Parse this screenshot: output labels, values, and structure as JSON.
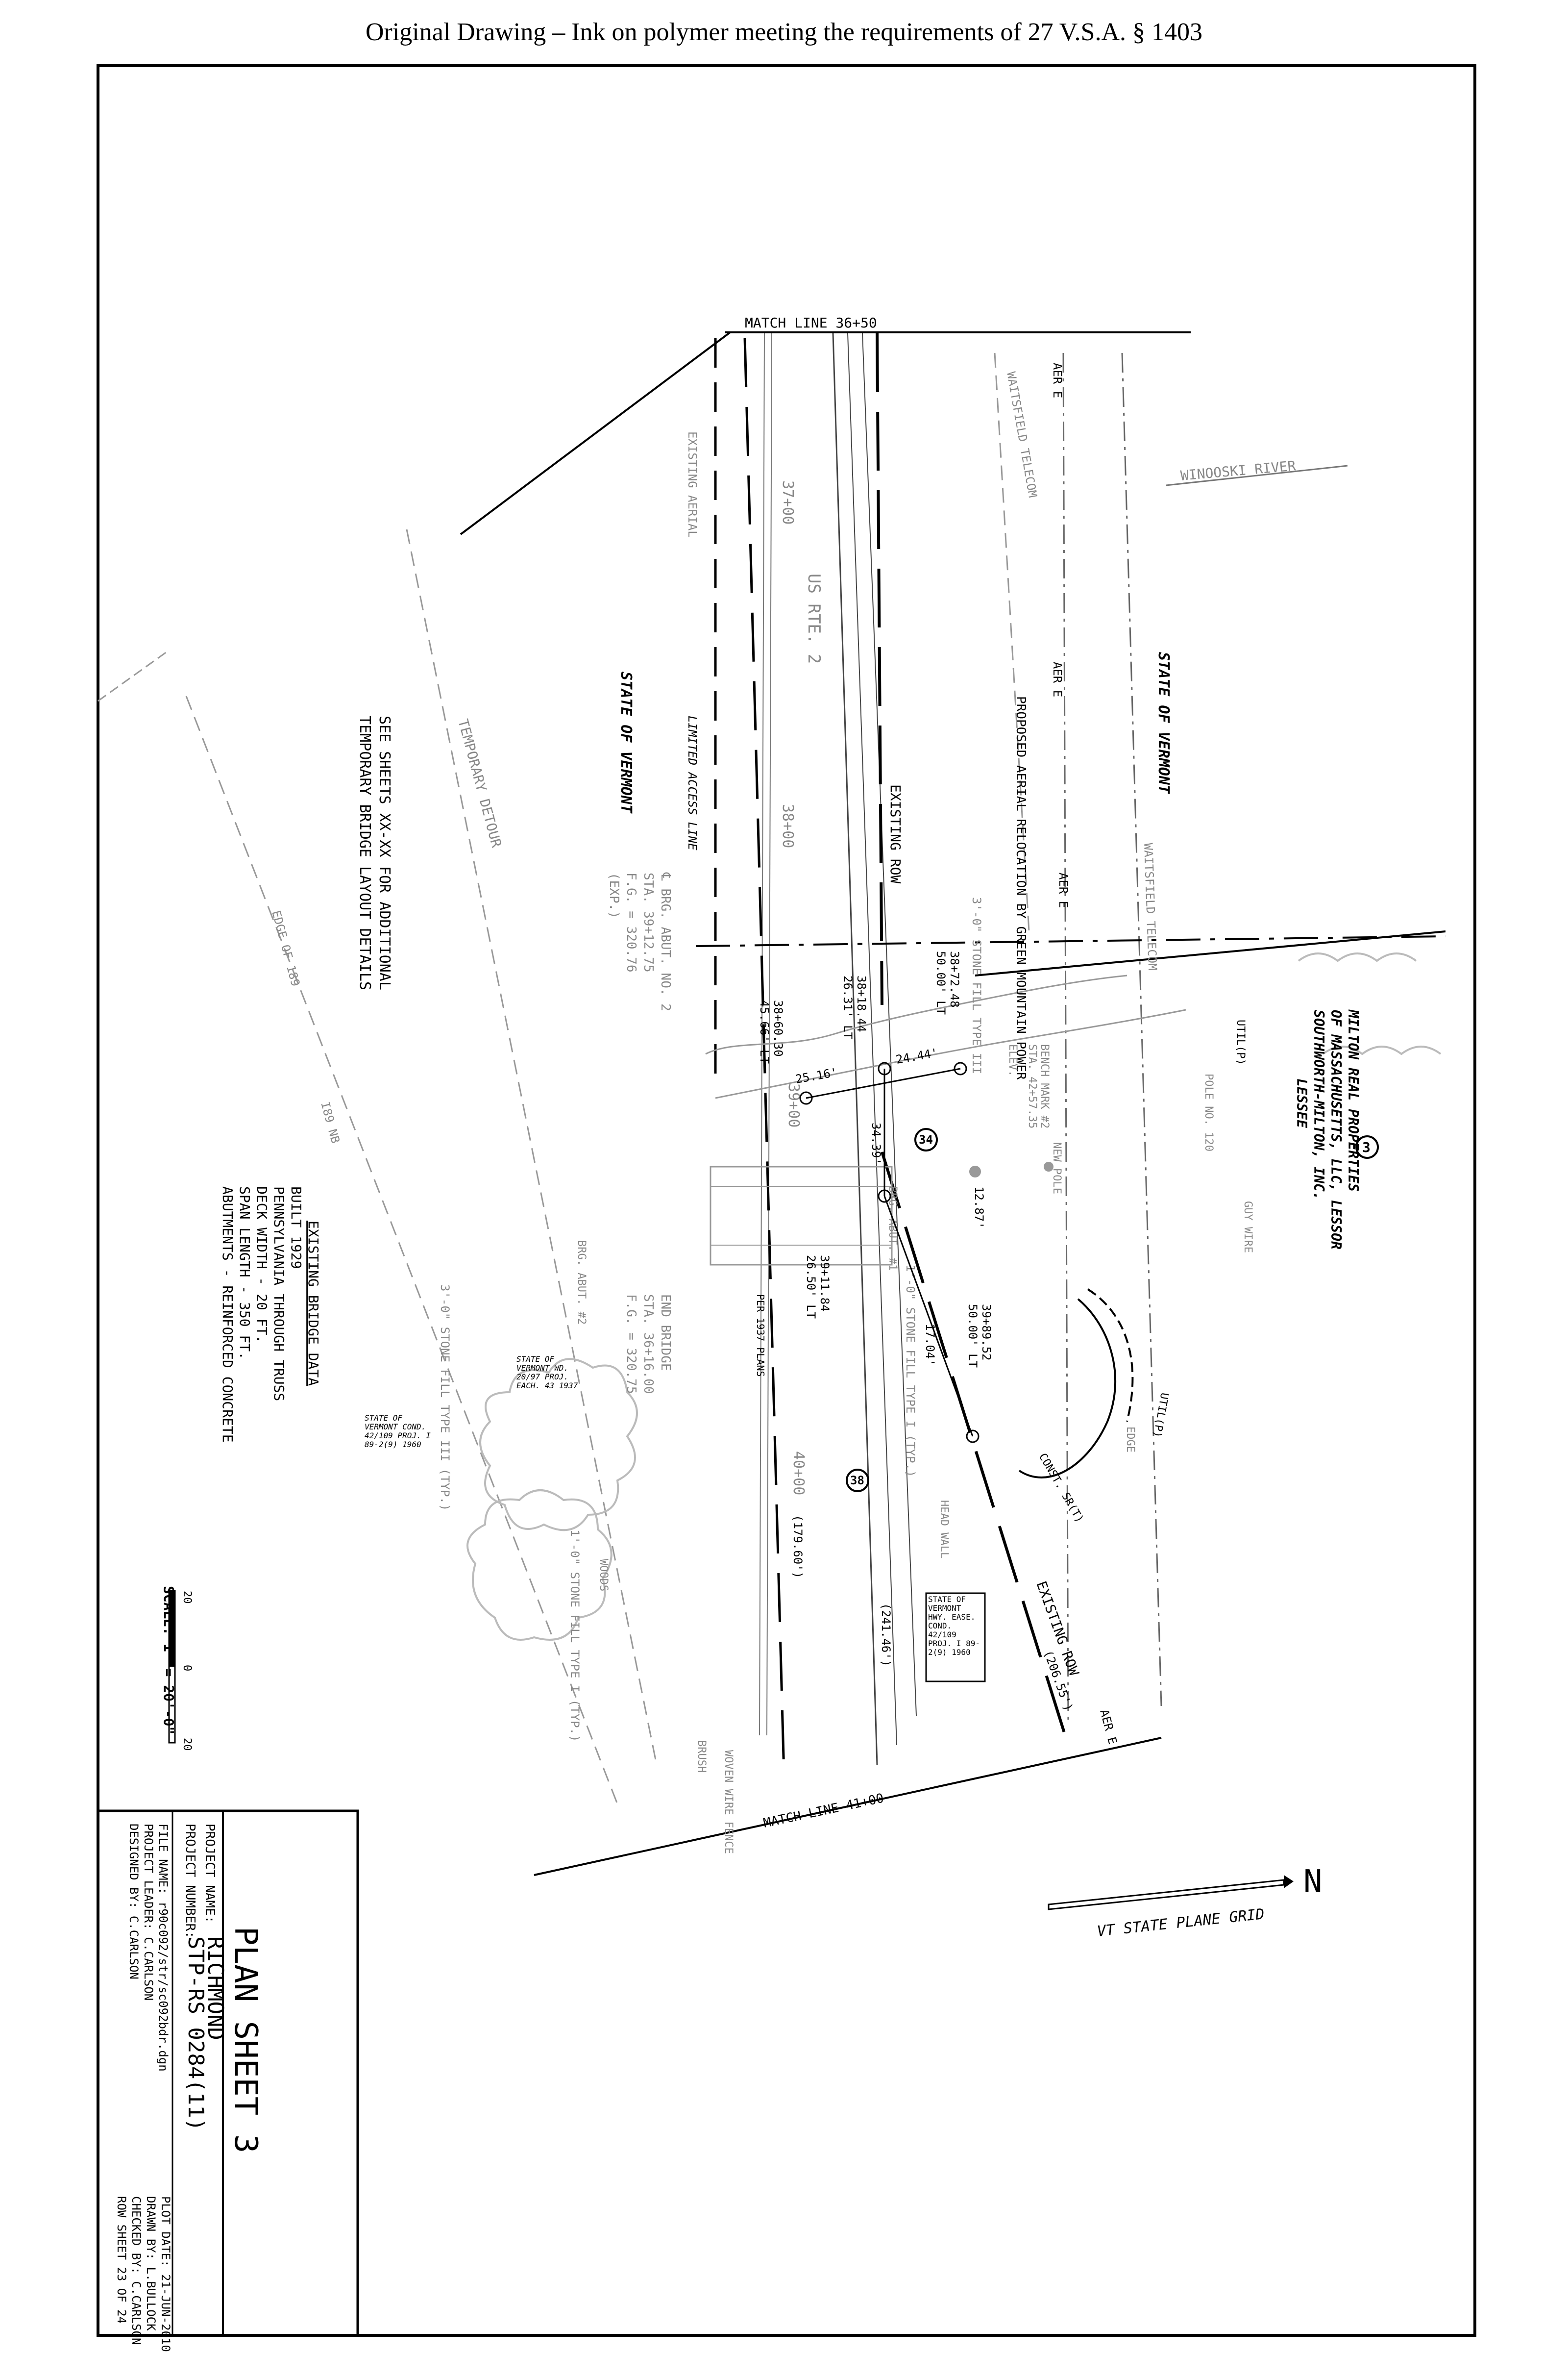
{
  "header_note": "Original Drawing – Ink on polymer meeting the requirements of 27 V.S.A. § 1403",
  "drawing": {
    "match_line_top": "MATCH LINE 36+50",
    "match_line_bottom": "MATCH LINE 41+00",
    "winooski_river": "WINOOSKI RIVER",
    "state_of_vermont": "STATE OF VERMONT",
    "limited_access_line": "LIMITED ACCESS LINE",
    "existing_aerial": "EXISTING AERIAL",
    "us_rte": "US RTE. 2",
    "sta_37": "37+00",
    "sta_38": "38+00",
    "sta_39": "39+00",
    "sta_40": "40+00",
    "existing_row": "EXISTING ROW",
    "aer_e": "AER E",
    "waitsfield_telecom": "WAITSFIELD TELECOM",
    "proposed_aerial_relocation": "PROPOSED AERIAL RELOCATION BY GREEN MOUNTAIN POWER",
    "temporary_detour": "TEMPORARY DETOUR",
    "see_sheets_line1": "SEE SHEETS XX-XX FOR ADDITIONAL",
    "see_sheets_line2": "TEMPORARY BRIDGE LAYOUT DETAILS",
    "stone_fill_3": "3'-0\" STONE FILL TYPE III",
    "stone_fill_3_typ": "3'-0\" STONE FILL TYPE III (TYP.)",
    "stone_fill_1": "1'-0\" STONE FILL TYPE I (TYP.)",
    "cl_brg_abut": "℄ BRG. ABUT. NO. 2",
    "cl_brg_sta": "STA. 39+12.75",
    "cl_brg_fg": "F.G. = 320.76",
    "cl_brg_exp": "(EXP.)",
    "end_bridge": "END BRIDGE",
    "end_bridge_sta": "STA. 36+16.00",
    "end_bridge_fg": "F.G. = 320.75",
    "milton_line1": "MILTON REAL PROPERTIES",
    "milton_line2": "OF MASSACHUSETTS, LLC, LESSOR",
    "milton_line3": "SOUTHWORTH-MILTON, INC.",
    "milton_line4": "LESSEE",
    "parcel_number": "3",
    "bench_mark": "BENCH MARK #2",
    "bm_sta": "STA. 42+57.35",
    "bm_elev": "ELEV.",
    "new_pole": "NEW POLE",
    "pole_no": "POLE NO. 120",
    "guy_wire": "GUY WIRE",
    "utility_p": "UTIL(P)",
    "edge_of_189": "EDGE OF 189",
    "i89_nb": "I89 NB",
    "woods": "WOODS",
    "woven_wire_fence": "WOVEN WIRE FENCE",
    "brush": "BRUSH",
    "head_wall": "HEAD WALL",
    "edge": "EDGE",
    "const_sr": "CONST. SR(T)",
    "state_vt_box1": "STATE OF VERMONT HWY. EASE. COND. 42/109 PROJ. I 89-2(9) 1960",
    "state_vt_box2": "STATE OF VERMONT COND. 42/109 PROJ. I 89-2(9) 1960",
    "state_vt_box3": "STATE OF VERMONT WD. 20/97 PROJ. EACH. 43 1937",
    "brg_abut1": "BRG. ABUT. #1",
    "brg_abut2": "BRG. ABUT. #2",
    "dim_1": "38+18.44",
    "dim_1b": "26.31' LT",
    "dim_2": "38+60.30",
    "dim_2b": "45.66' LT",
    "dim_3": "38+72.48",
    "dim_3b": "50.00' LT",
    "dim_4": "39+11.84",
    "dim_4b": "26.50' LT",
    "dim_5": "39+89.52",
    "dim_5b": "50.00' LT",
    "dist_24": "24.44'",
    "dist_25": "25.16'",
    "dist_34": "34.39'",
    "dist_12": "12.87'",
    "dist_17": "17.04'",
    "dist_179": "(179.60')",
    "dist_241": "(241.46')",
    "dist_206": "(206.55')",
    "pt_34": "34",
    "pt_38": "38",
    "per_1937": "PER 1937 PLANS",
    "existing_bridge_title": "EXISTING BRIDGE DATA",
    "bridge_built": "BUILT 1929",
    "bridge_type": "PENNSYLVANIA THROUGH TRUSS",
    "bridge_deck": "DECK WIDTH - 20 FT.",
    "bridge_span": "SPAN LENGTH - 350 FT.",
    "bridge_abut": "ABUTMENTS - REINFORCED CONCRETE",
    "north": "N",
    "vt_state_plane_grid": "VT STATE PLANE GRID",
    "scale_20": "20",
    "scale_0": "0",
    "scale_20b": "20",
    "scale": "SCALE: 1\" = 20'-0\""
  },
  "title_block": {
    "sheet_title": "PLAN SHEET 3",
    "project_name_label": "PROJECT NAME:",
    "project_name": "RICHMOND",
    "project_number_label": "PROJECT NUMBER:",
    "project_number": "STP-RS 0284(11)",
    "file_name": "FILE NAME: r90c092/str/sc092bdr.dgn",
    "project_leader": "PROJECT LEADER: C.CARLSON",
    "designed_by": "DESIGNED BY:   C.CARLSON",
    "plot_date": "PLOT DATE: 21-JUN-2010",
    "drawn_by": "DRAWN BY:  L.BULLOCK",
    "checked_by": "CHECKED BY: C.CARLSON",
    "row_sheet": "ROW SHEET 23 OF 24"
  }
}
